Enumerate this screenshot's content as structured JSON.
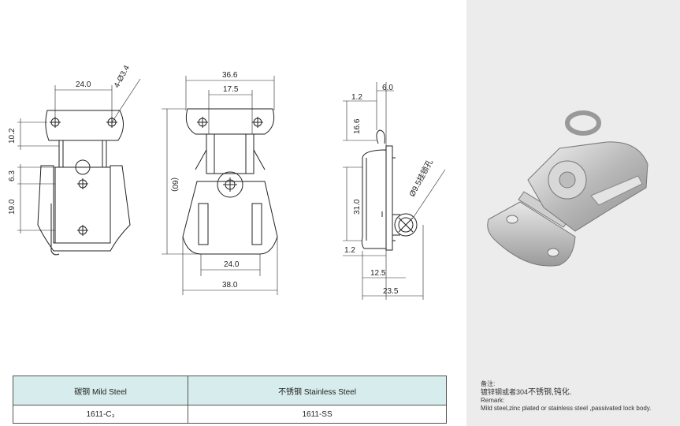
{
  "drawing": {
    "side_view": {
      "dims": [
        "24.0",
        "4-Ø3.4",
        "10.2",
        "6.3",
        "19.0"
      ]
    },
    "front_view": {
      "dims": [
        "36.6",
        "17.5",
        "(60)",
        "24.0",
        "38.0"
      ]
    },
    "profile_view": {
      "dims": [
        "6.0",
        "1.2",
        "16.6",
        "31.0",
        "1.2",
        "12.5",
        "23.5",
        "Ø9.5挂锁孔"
      ]
    }
  },
  "table": {
    "headers": [
      "碳钢 Mild Steel",
      "不锈钢 Stainless Steel"
    ],
    "row": [
      "1611-C₃",
      "1611-SS"
    ]
  },
  "notes": {
    "label": "备注:",
    "zh_small": "镀锌钢或者304",
    "zh_large": "不锈钢,钝化.",
    "remark_label": "Remark:",
    "remark_text": "Mild steel,zinc plated or stainless steel ,passivated lock body."
  }
}
